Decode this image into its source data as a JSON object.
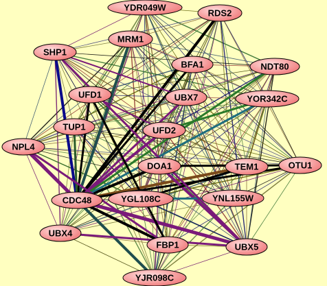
{
  "background": "#ffffc0",
  "node_style": {
    "fill_light": "#ffd0d0",
    "fill_dark": "#f07070",
    "stroke": "#000000"
  },
  "nodes": [
    {
      "id": "YDR049W",
      "label": "YDR049W"
    },
    {
      "id": "RDS2",
      "label": "RDS2"
    },
    {
      "id": "MRM1",
      "label": "MRM1"
    },
    {
      "id": "SHP1",
      "label": "SHP1"
    },
    {
      "id": "BFA1",
      "label": "BFA1"
    },
    {
      "id": "NDT80",
      "label": "NDT80"
    },
    {
      "id": "UFD1",
      "label": "UFD1"
    },
    {
      "id": "UBX7",
      "label": "UBX7"
    },
    {
      "id": "YOR342C",
      "label": "YOR342C"
    },
    {
      "id": "TUP1",
      "label": "TUP1"
    },
    {
      "id": "UFD2",
      "label": "UFD2"
    },
    {
      "id": "NPL4",
      "label": "NPL4"
    },
    {
      "id": "DOA1",
      "label": "DOA1"
    },
    {
      "id": "TEM1",
      "label": "TEM1"
    },
    {
      "id": "OTU1",
      "label": "OTU1"
    },
    {
      "id": "CDC48",
      "label": "CDC48"
    },
    {
      "id": "YGL108C",
      "label": "YGL108C"
    },
    {
      "id": "YNL155W",
      "label": "YNL155W"
    },
    {
      "id": "UBX4",
      "label": "UBX4"
    },
    {
      "id": "FBP1",
      "label": "FBP1"
    },
    {
      "id": "UBX5",
      "label": "UBX5"
    },
    {
      "id": "YJR098C",
      "label": "YJR098C"
    }
  ],
  "highlight_edges": [
    {
      "from": "CDC48",
      "to": "RDS2",
      "color": "#000000",
      "weight": 4
    },
    {
      "from": "CDC48",
      "to": "BFA1",
      "color": "#000000",
      "weight": 3
    },
    {
      "from": "CDC48",
      "to": "MRM1",
      "color": "#1f4e4e",
      "weight": 4
    },
    {
      "from": "CDC48",
      "to": "SHP1",
      "color": "#0a0a8a",
      "weight": 4
    },
    {
      "from": "CDC48",
      "to": "UFD1",
      "color": "#000000",
      "weight": 3
    },
    {
      "from": "CDC48",
      "to": "NPL4",
      "color": "#7a1a7a",
      "weight": 5
    },
    {
      "from": "CDC48",
      "to": "UBX5",
      "color": "#7a1a7a",
      "weight": 5
    },
    {
      "from": "CDC48",
      "to": "FBP1",
      "color": "#000000",
      "weight": 4
    },
    {
      "from": "CDC48",
      "to": "YJR098C",
      "color": "#1f4e4e",
      "weight": 4
    },
    {
      "from": "CDC48",
      "to": "UFD2",
      "color": "#7a1a7a",
      "weight": 4
    },
    {
      "from": "CDC48",
      "to": "DOA1",
      "color": "#000000",
      "weight": 4
    },
    {
      "from": "CDC48",
      "to": "TEM1",
      "color": "#7a4a1a",
      "weight": 4
    },
    {
      "from": "CDC48",
      "to": "OTU1",
      "color": "#000000",
      "weight": 3
    },
    {
      "from": "CDC48",
      "to": "YOR342C",
      "color": "#1f6e7e",
      "weight": 3
    },
    {
      "from": "CDC48",
      "to": "NDT80",
      "color": "#2a7a2a",
      "weight": 3
    },
    {
      "from": "CDC48",
      "to": "UBX7",
      "color": "#7a1a7a",
      "weight": 3
    },
    {
      "from": "CDC48",
      "to": "TUP1",
      "color": "#2a5a2a",
      "weight": 3
    },
    {
      "from": "UFD2",
      "to": "YOR342C",
      "color": "#2a7a2a",
      "weight": 3
    },
    {
      "from": "DOA1",
      "to": "UBX5",
      "color": "#7a1a7a",
      "weight": 4
    },
    {
      "from": "DOA1",
      "to": "OTU1",
      "color": "#000000",
      "weight": 3
    },
    {
      "from": "YGL108C",
      "to": "TEM1",
      "color": "#000000",
      "weight": 3
    },
    {
      "from": "YGL108C",
      "to": "YNL155W",
      "color": "#1f6e7e",
      "weight": 3
    },
    {
      "from": "SHP1",
      "to": "UBX5",
      "color": "#7a1a7a",
      "weight": 3
    },
    {
      "from": "UBX4",
      "to": "UBX5",
      "color": "#7a1a7a",
      "weight": 3
    },
    {
      "from": "NPL4",
      "to": "FBP1",
      "color": "#7a1a7a",
      "weight": 3
    },
    {
      "from": "UFD1",
      "to": "FBP1",
      "color": "#000000",
      "weight": 3
    },
    {
      "from": "SHP1",
      "to": "UBX7",
      "color": "#7a1a7a",
      "weight": 2
    },
    {
      "from": "UFD1",
      "to": "UFD2",
      "color": "#7a1a7a",
      "weight": 2
    }
  ],
  "thin_edge_colors": [
    "#3a3a00",
    "#5a5a00",
    "#000000",
    "#6a0a6a",
    "#0a0a6a",
    "#2a6a2a",
    "#6a6a2a",
    "#8a2a2a",
    "#2a4a6a",
    "#4a7a3a",
    "#7a5a2a",
    "#3a3a7a"
  ]
}
